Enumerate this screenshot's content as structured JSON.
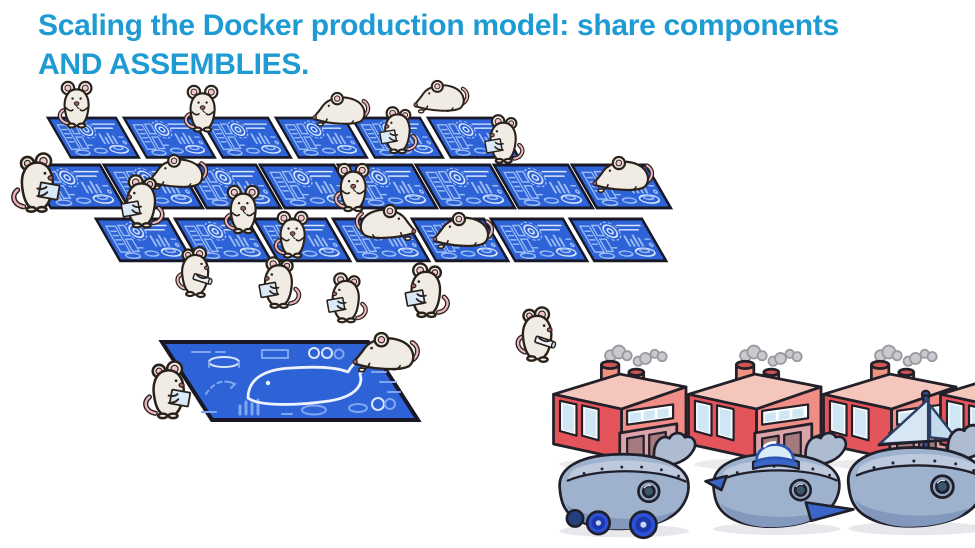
{
  "title": {
    "line1": "Scaling the Docker production model: share components",
    "line2": "AND ASSEMBLIES."
  },
  "palette": {
    "title_blue": "#1d9bd2",
    "blueprint_blue": "#2e63d8",
    "blueprint_sketch_light": "#9cbdf4",
    "blueprint_sketch_bright": "#d9e7fc",
    "outline_dark": "#23202a",
    "mouse_cream": "#f1ece3",
    "mouse_ear_pink": "#f4c3d1",
    "mouse_tail_pink": "#ecb4c0",
    "factory_red": "#e4545b",
    "factory_side_salmon": "#ef8d86",
    "factory_roof_pink": "#f4c6bc",
    "chimney_salmon": "#f0937f",
    "chimney_top_red": "#cf5653",
    "window_glass_blue": "#cfe7f5",
    "garage_mauve": "#dca3a8",
    "door_brown": "#a57a7e",
    "smoke_gray": "#c9c9ce",
    "whale_body_gray_blue": "#9fb2cd",
    "whale_plate_light": "#bdc9dd",
    "whale_belly_shade": "#8398bd",
    "wheel_blue": "#2b51d6",
    "wing_blue": "#3a66c9",
    "sail_light_blue": "#d6e7f3",
    "shadow_gray": "#e8e8ec"
  },
  "scene": {
    "blueprint_grid": {
      "rows": 3,
      "tiles_per_row": [
        6,
        8,
        7
      ]
    },
    "assembly_blueprint": {
      "icon": "docker-whale-blueprint-icon",
      "depicts": "Docker whale outline"
    },
    "mice_count": 21,
    "factories_count": 4,
    "vehicles": [
      {
        "icon": "whale-car-icon"
      },
      {
        "icon": "whale-plane-icon"
      },
      {
        "icon": "whale-sailboat-icon"
      }
    ],
    "icons": [
      "blueprint-tile-icon",
      "mouse-icon",
      "docker-whale-blueprint-icon",
      "factory-icon",
      "smoke-icon",
      "whale-car-icon",
      "whale-plane-icon",
      "whale-sailboat-icon"
    ]
  }
}
